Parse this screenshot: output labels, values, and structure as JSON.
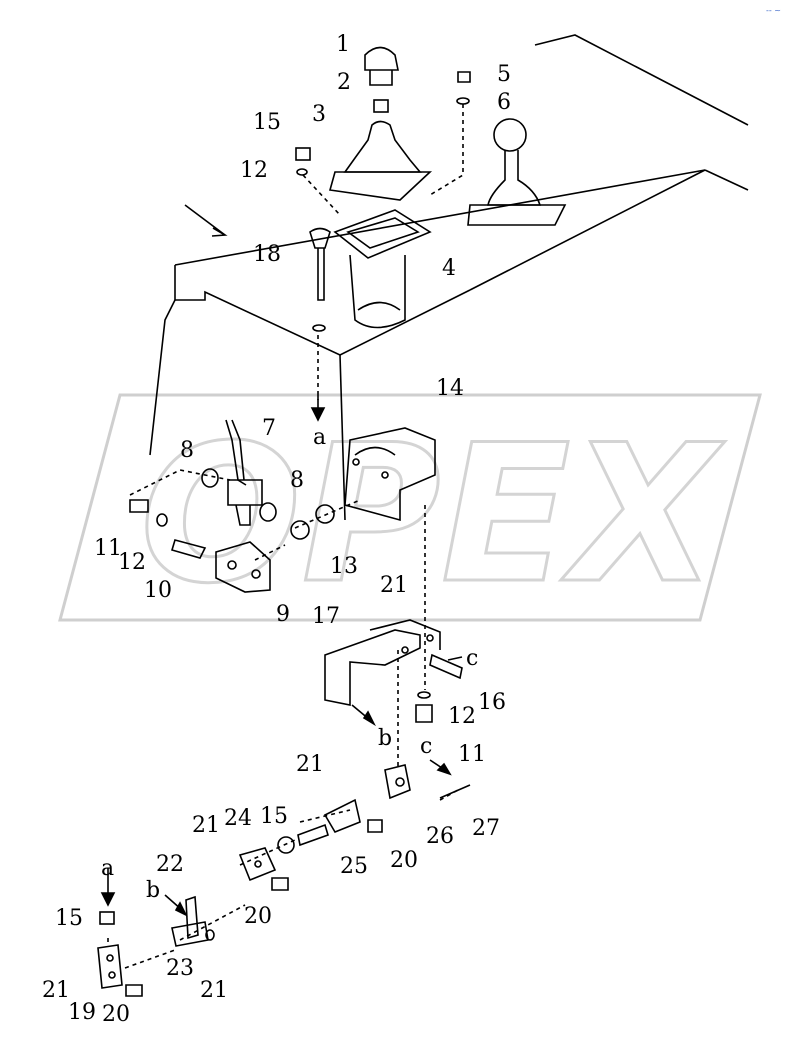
{
  "corner_mark": "-- ~",
  "watermark": "OPEX",
  "callouts": {
    "c1": "1",
    "c2": "2",
    "c3": "3",
    "c4": "4",
    "c5": "5",
    "c6": "6",
    "c7": "7",
    "c8a": "8",
    "c8b": "8",
    "c9": "9",
    "c10": "10",
    "c11a": "11",
    "c11b": "11",
    "c12a": "12",
    "c12b": "12",
    "c12c": "12",
    "c13": "13",
    "c14": "14",
    "c15a": "15",
    "c15b": "15",
    "c15c": "15",
    "c16": "16",
    "c17": "17",
    "c18": "18",
    "c19": "19",
    "c20a": "20",
    "c20b": "20",
    "c20c": "20",
    "c21a": "21",
    "c21b": "21",
    "c21c": "21",
    "c21d": "21",
    "c21e": "21",
    "c22": "22",
    "c23": "23",
    "c24": "24",
    "c25": "25",
    "c26": "26",
    "c27": "27"
  },
  "refs": {
    "a1": "a",
    "a2": "a",
    "b1": "b",
    "b2": "b",
    "c1": "c",
    "c2": "c"
  }
}
